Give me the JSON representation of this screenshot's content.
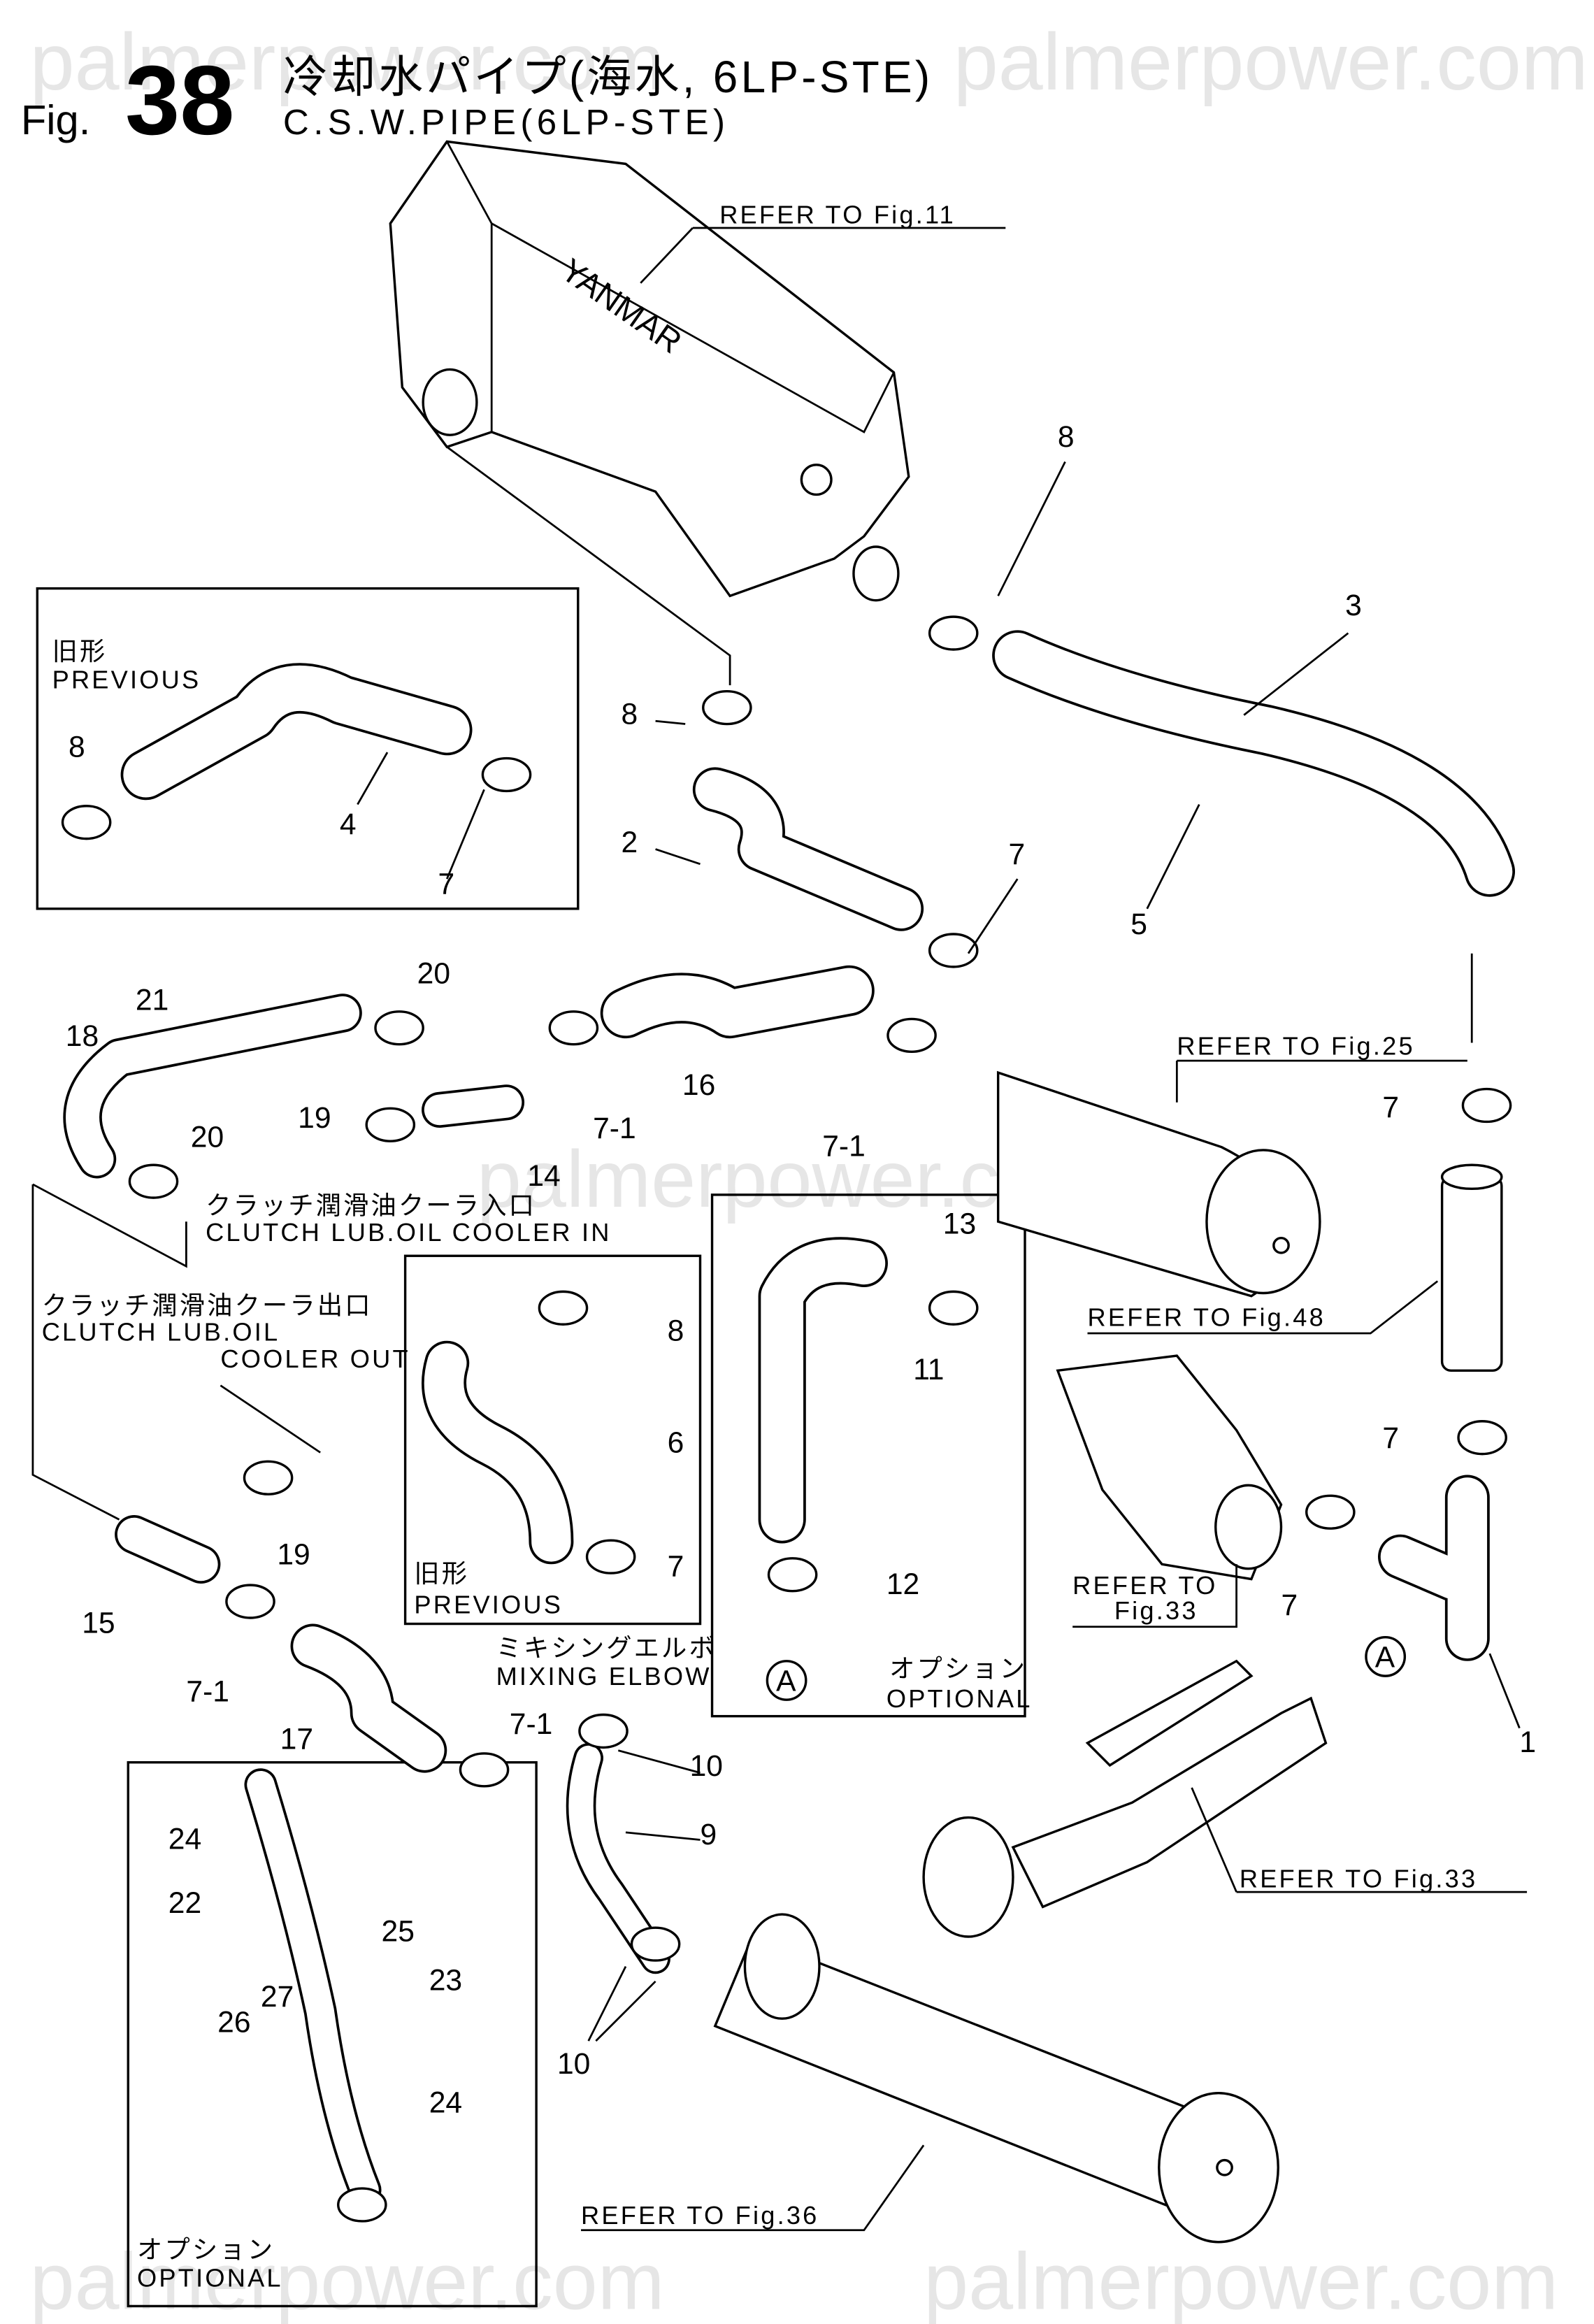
{
  "watermark": "palmerpower.com",
  "header": {
    "fig_prefix": "Fig.",
    "fig_number": "38",
    "title_ja": "冷却水パイプ(海水, 6LP-STE)",
    "title_en": "C.S.W.PIPE(6LP-STE)"
  },
  "callouts": [
    {
      "text": "REFER TO Fig.11",
      "kind": "note"
    },
    {
      "text": "8",
      "kind": "num"
    },
    {
      "text": "3",
      "kind": "num"
    },
    {
      "text": "旧形",
      "kind": "note"
    },
    {
      "text": "PREVIOUS",
      "kind": "note"
    },
    {
      "text": "8",
      "kind": "num"
    },
    {
      "text": "4",
      "kind": "num"
    },
    {
      "text": "7",
      "kind": "num"
    },
    {
      "text": "8",
      "kind": "num"
    },
    {
      "text": "2",
      "kind": "num"
    },
    {
      "text": "7",
      "kind": "num"
    },
    {
      "text": "5",
      "kind": "num"
    },
    {
      "text": "20",
      "kind": "num"
    },
    {
      "text": "21",
      "kind": "num"
    },
    {
      "text": "18",
      "kind": "num"
    },
    {
      "text": "16",
      "kind": "num"
    },
    {
      "text": "7-1",
      "kind": "num"
    },
    {
      "text": "7-1",
      "kind": "num"
    },
    {
      "text": "REFER TO Fig.25",
      "kind": "note"
    },
    {
      "text": "7",
      "kind": "num"
    },
    {
      "text": "19",
      "kind": "num"
    },
    {
      "text": "20",
      "kind": "num"
    },
    {
      "text": "14",
      "kind": "num"
    },
    {
      "text": "クラッチ潤滑油クーラ入口",
      "kind": "note"
    },
    {
      "text": "CLUTCH LUB.OIL COOLER IN",
      "kind": "note"
    },
    {
      "text": "13",
      "kind": "num"
    },
    {
      "text": "クラッチ潤滑油クーラ出口",
      "kind": "note"
    },
    {
      "text": "CLUTCH LUB.OIL",
      "kind": "note"
    },
    {
      "text": "COOLER OUT",
      "kind": "note"
    },
    {
      "text": "8",
      "kind": "num"
    },
    {
      "text": "11",
      "kind": "num"
    },
    {
      "text": "REFER TO Fig.48",
      "kind": "note"
    },
    {
      "text": "6",
      "kind": "num"
    },
    {
      "text": "7",
      "kind": "num"
    },
    {
      "text": "19",
      "kind": "num"
    },
    {
      "text": "7",
      "kind": "num"
    },
    {
      "text": "12",
      "kind": "num"
    },
    {
      "text": "旧形",
      "kind": "note"
    },
    {
      "text": "PREVIOUS",
      "kind": "note"
    },
    {
      "text": "15",
      "kind": "num"
    },
    {
      "text": "REFER TO",
      "kind": "note"
    },
    {
      "text": "Fig.33",
      "kind": "note"
    },
    {
      "text": "7",
      "kind": "num"
    },
    {
      "text": "7-1",
      "kind": "num"
    },
    {
      "text": "ミキシングエルボ",
      "kind": "note"
    },
    {
      "text": "MIXING ELBOW",
      "kind": "note"
    },
    {
      "text": "オプション",
      "kind": "note"
    },
    {
      "text": "OPTIONAL",
      "kind": "note"
    },
    {
      "text": "1",
      "kind": "num"
    },
    {
      "text": "17",
      "kind": "num"
    },
    {
      "text": "7-1",
      "kind": "num"
    },
    {
      "text": "10",
      "kind": "num"
    },
    {
      "text": "9",
      "kind": "num"
    },
    {
      "text": "24",
      "kind": "num"
    },
    {
      "text": "22",
      "kind": "num"
    },
    {
      "text": "25",
      "kind": "num"
    },
    {
      "text": "23",
      "kind": "num"
    },
    {
      "text": "27",
      "kind": "num"
    },
    {
      "text": "26",
      "kind": "num"
    },
    {
      "text": "10",
      "kind": "num"
    },
    {
      "text": "24",
      "kind": "num"
    },
    {
      "text": "REFER TO Fig.33",
      "kind": "note"
    },
    {
      "text": "REFER TO Fig.36",
      "kind": "note"
    },
    {
      "text": "オプション",
      "kind": "note"
    },
    {
      "text": "OPTIONAL",
      "kind": "note"
    }
  ],
  "reference_markers": [
    "A",
    "A"
  ],
  "engine_brand": "YANMAR"
}
